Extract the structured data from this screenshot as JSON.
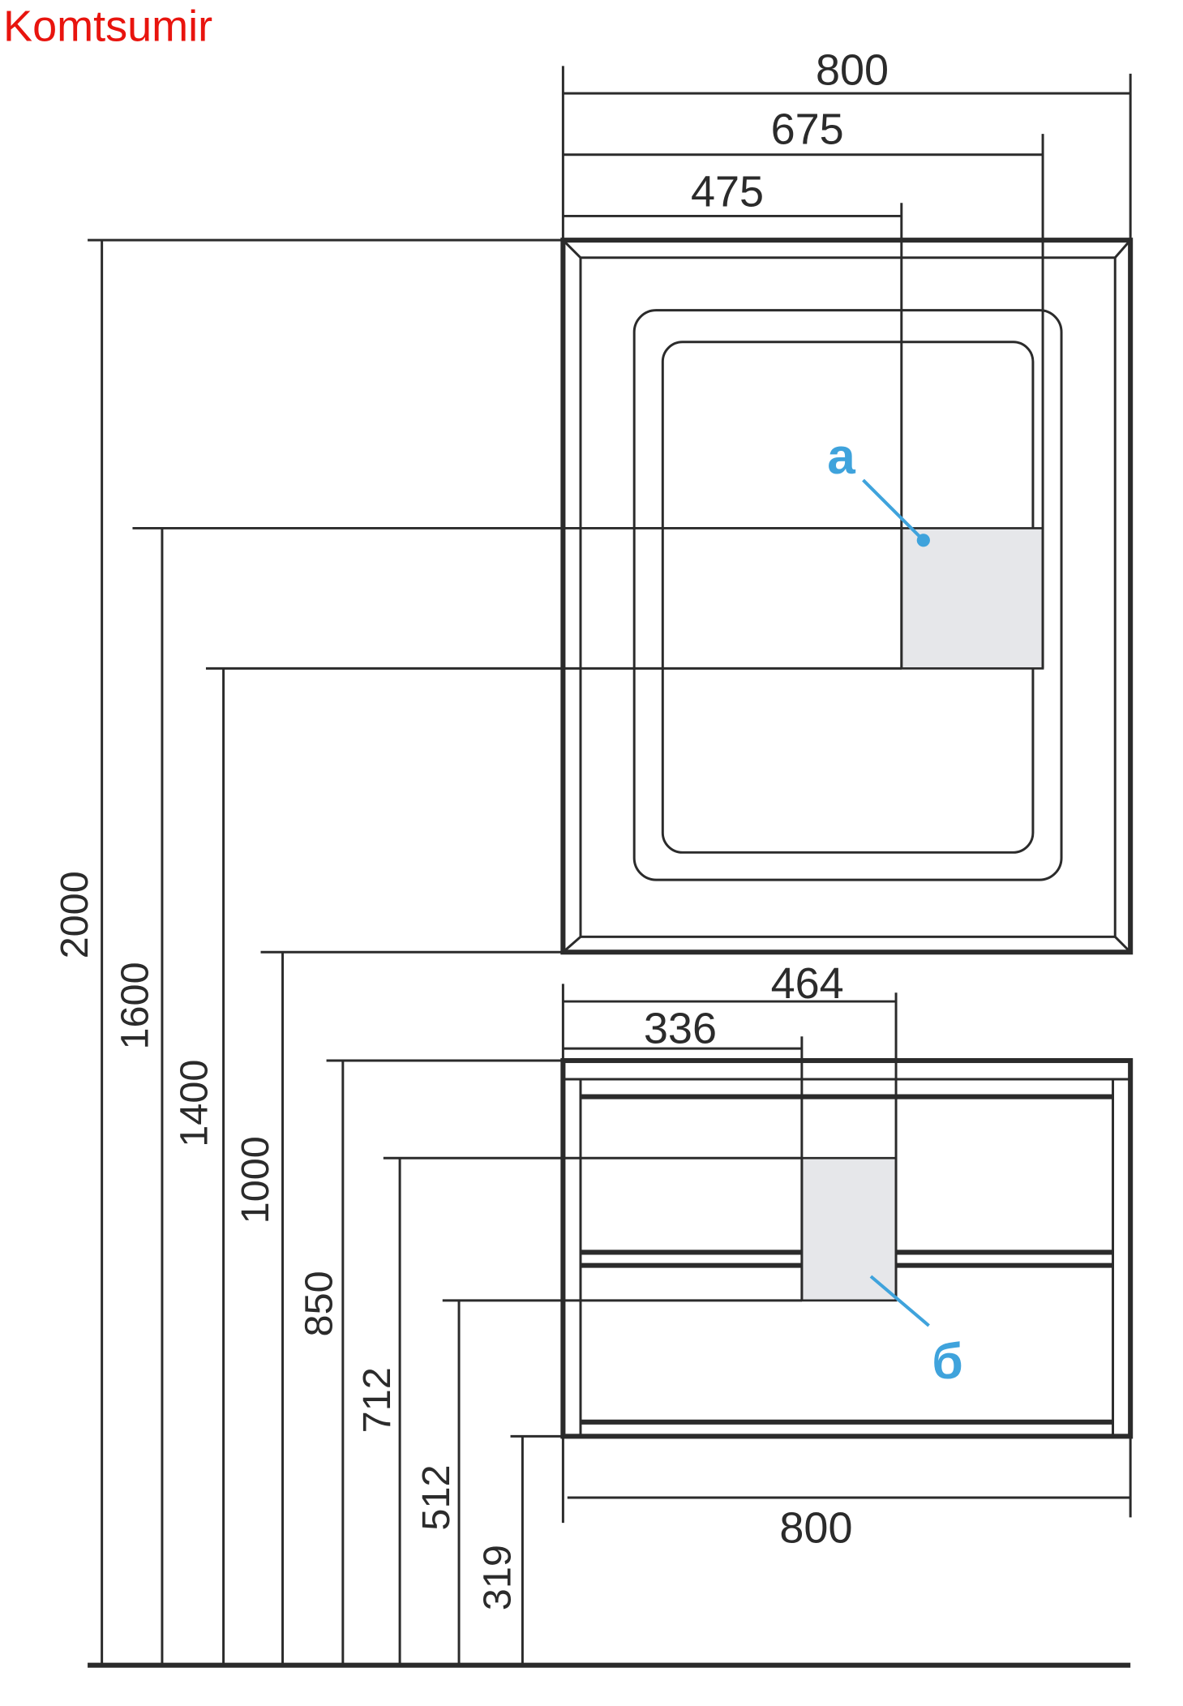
{
  "title": "Komtsumir",
  "colors": {
    "title": "#e8140e",
    "callout": "#3fa3dc",
    "zone_fill": "#e6e7ea",
    "line": "#2b2b2b"
  },
  "mirror": {
    "width_total": "800",
    "width_zone_right": "675",
    "width_zone_left": "475",
    "callout": "a"
  },
  "cabinet": {
    "width_zone_right": "464",
    "width_zone_left": "336",
    "width_total": "800",
    "callout": "б"
  },
  "heights": [
    "2000",
    "1600",
    "1400",
    "1000",
    "850",
    "712",
    "512",
    "319"
  ]
}
